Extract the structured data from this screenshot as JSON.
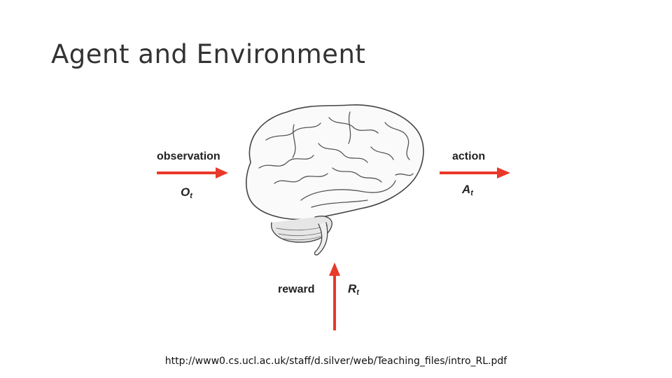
{
  "slide": {
    "title": "Agent and Environment",
    "source_url": "http://www0.cs.ucl.ac.uk/staff/d.silver/web/Teaching_files/intro_RL.pdf"
  },
  "diagram": {
    "observation": {
      "label": "observation",
      "symbol": "O",
      "subscript": "t"
    },
    "action": {
      "label": "action",
      "symbol": "A",
      "subscript": "t"
    },
    "reward": {
      "label": "reward",
      "symbol": "R",
      "subscript": "t"
    },
    "arrow_color": "#e8392a",
    "brain_icon": "brain-icon"
  }
}
